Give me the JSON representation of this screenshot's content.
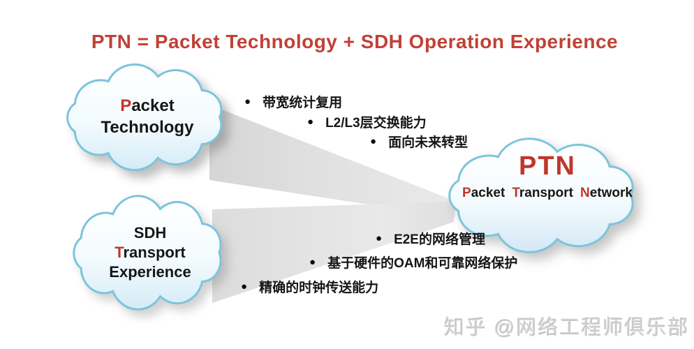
{
  "title": "PTN  = Packet Technology + SDH Operation Experience",
  "colors": {
    "title_red": "#c04136",
    "accent_red": "#c0362c",
    "text_black": "#161616",
    "cloud_border": "#7cc4dc",
    "cloud_fill_top": "#ffffff",
    "cloud_fill_bottom": "#d5ebf7",
    "beam_gray_dark": "#aaaaaa",
    "beam_gray_light": "#ececec",
    "watermark_gray": "#cbcbcb"
  },
  "bullet_glyph": "●",
  "clouds": {
    "packet_technology": {
      "line1_initial": "P",
      "line1_rest": "acket",
      "line2": "Technology"
    },
    "sdh_experience": {
      "line1": "SDH",
      "line2_initial": "T",
      "line2_rest": "ransport",
      "line3": "Experience"
    },
    "ptn": {
      "acronym": "PTN",
      "word1_initial": "P",
      "word1_rest": "acket",
      "word2_initial": "T",
      "word2_rest": "ransport",
      "word3_initial": "N",
      "word3_rest": "etwork"
    }
  },
  "packet_features": [
    "带宽统计复用",
    "L2/L3层交换能力",
    "面向未来转型"
  ],
  "sdh_features": [
    "E2E的网络管理",
    "基于硬件的OAM和可靠网络保护",
    "精确的时钟传送能力"
  ],
  "watermark": "知乎 @网络工程师俱乐部"
}
